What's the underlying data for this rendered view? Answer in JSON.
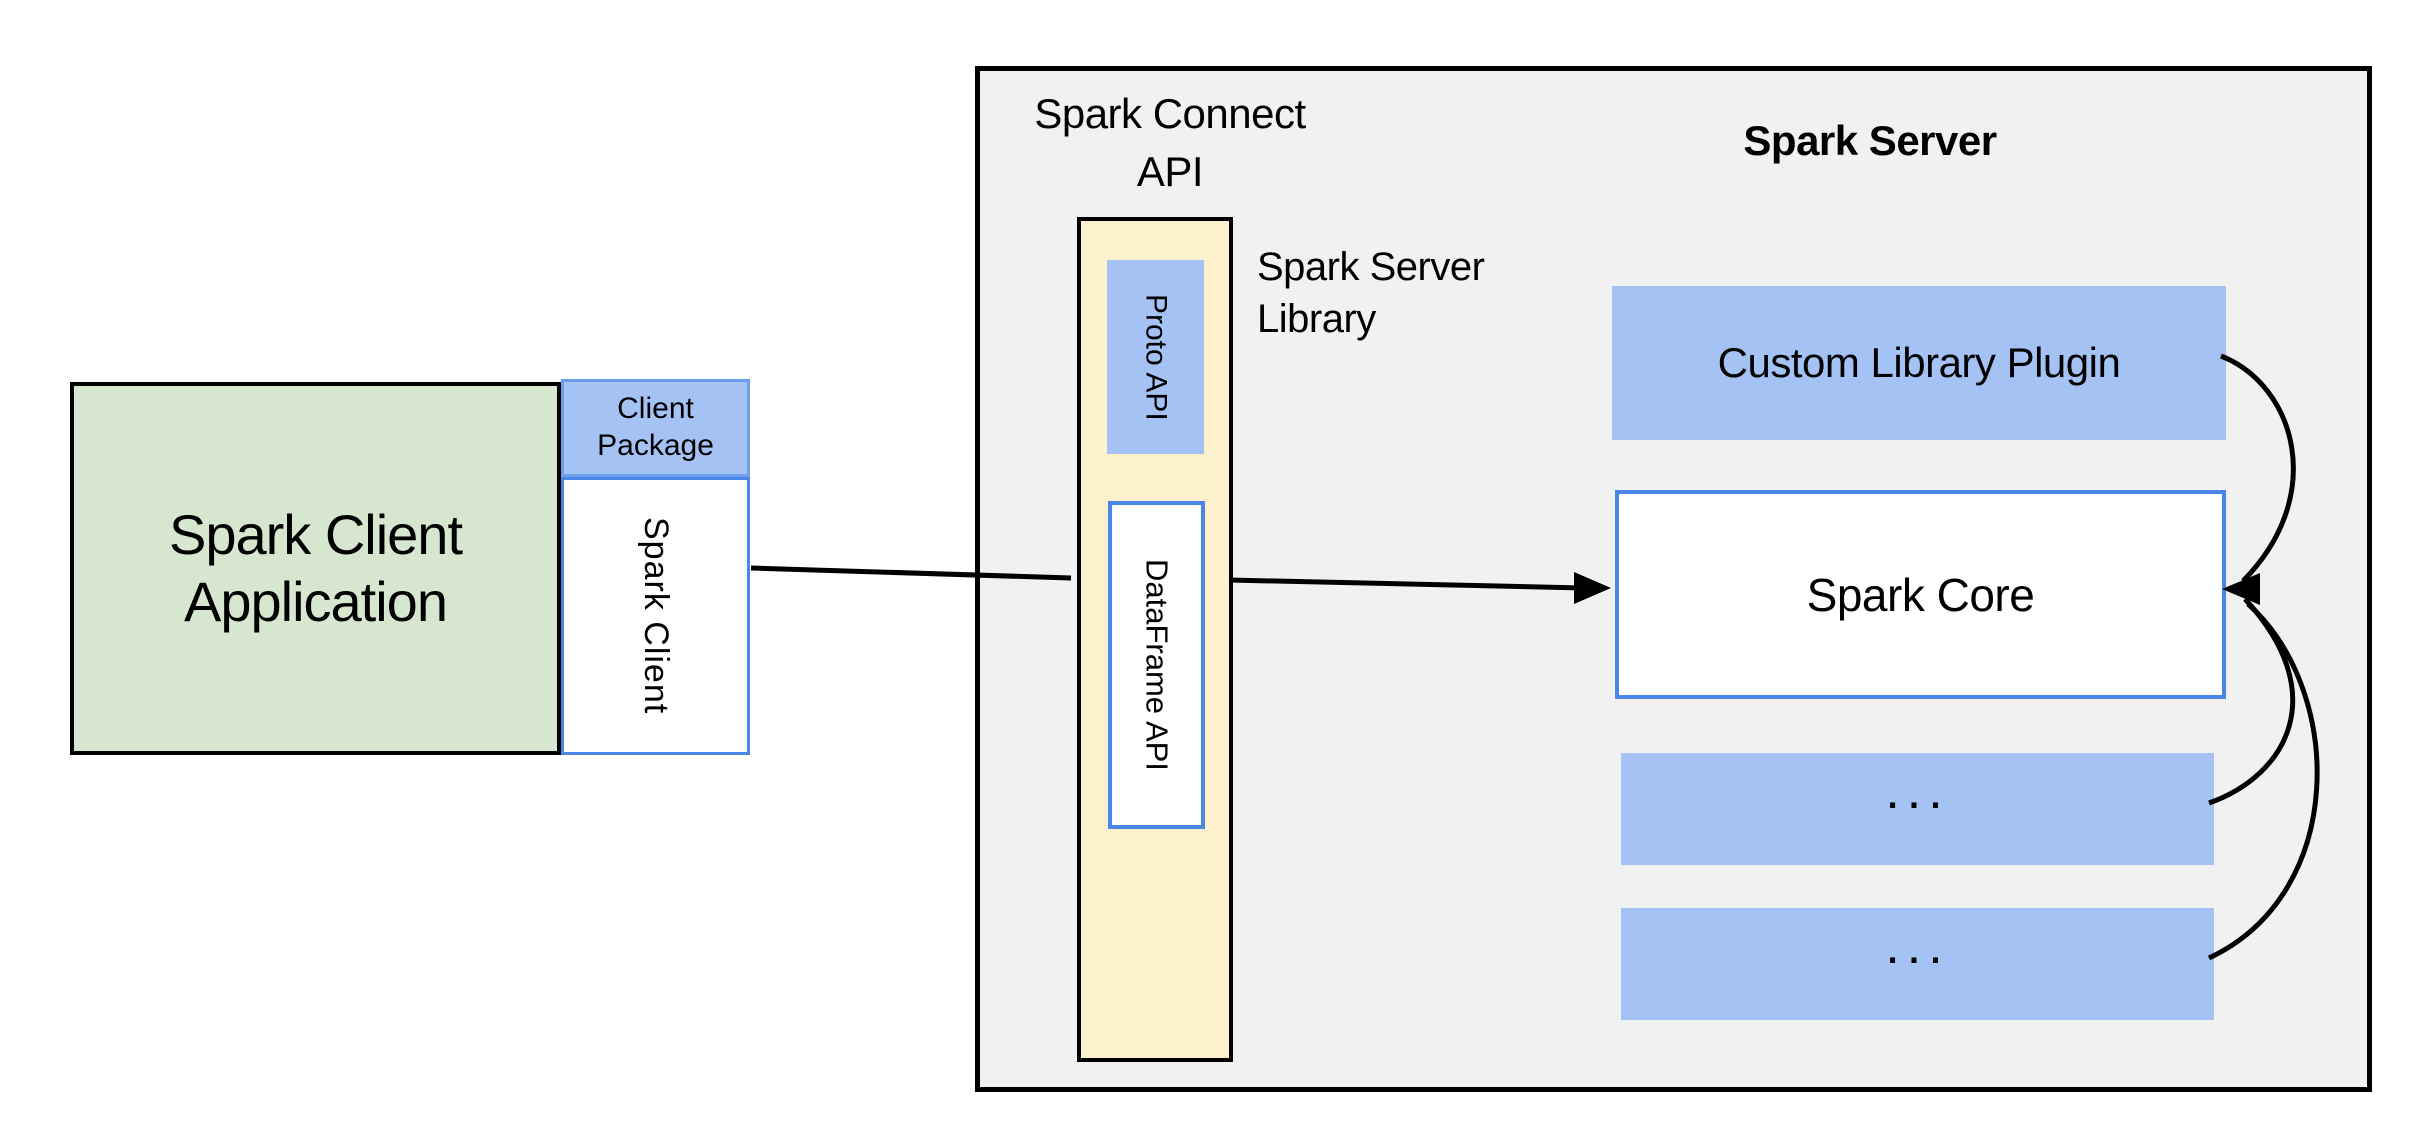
{
  "colors": {
    "background": "#ffffff",
    "panel_gray": "#f1f1f1",
    "green_fill": "#d7e6ce",
    "blue_fill": "#a4c2f4",
    "blue_border": "#6d9eeb",
    "strong_blue_border": "#4a86e8",
    "yellow_fill": "#fdf0cd",
    "line_black": "#000000"
  },
  "client": {
    "app_line1": "Spark Client",
    "app_line2": "Application",
    "package_line1": "Client",
    "package_line2": "Package",
    "spark_client_label": "Spark Client"
  },
  "connect_api": {
    "header_line1": "Spark Connect",
    "header_line2": "API",
    "proto_label": "Proto  API",
    "dataframe_label": "DataFrame API",
    "library_line1": "Spark Server",
    "library_line2": "Library"
  },
  "server": {
    "title": "Spark Server",
    "plugin_label": "Custom Library Plugin",
    "core_label": "Spark Core",
    "ellipsis_top": "...",
    "ellipsis_bottom": "..."
  }
}
